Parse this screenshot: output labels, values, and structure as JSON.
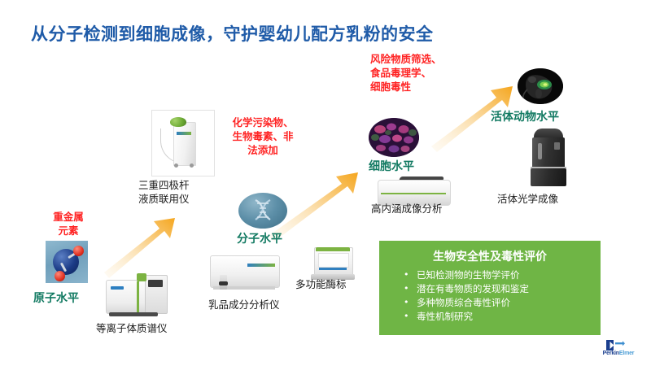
{
  "slide": {
    "title": "从分子检测到细胞成像，守护婴幼儿配方乳粉的安全",
    "title_color": "#1F5BA8",
    "background": "#FFFFFF"
  },
  "annotations": [
    {
      "id": "heavy-metals",
      "text": "重金属\n元素",
      "lines": [
        "重金属",
        "元素"
      ],
      "color": "#FF2424"
    },
    {
      "id": "chemical-contaminants",
      "text": "化学污染物、生物毒素、非法添加",
      "lines": [
        "化学污染物、",
        "生物毒素、非",
        "法添加"
      ],
      "color": "#FF2424"
    },
    {
      "id": "risk-screening",
      "text": "风险物质筛选、食品毒理学、细胞毒性",
      "lines": [
        "风险物质筛选、",
        "食品毒理学、",
        "细胞毒性"
      ],
      "color": "#FF2424"
    }
  ],
  "levels": [
    {
      "id": "atomic",
      "label": "原子水平",
      "color": "#127A62"
    },
    {
      "id": "molecular",
      "label": "分子水平",
      "color": "#127A62"
    },
    {
      "id": "cellular",
      "label": "细胞水平",
      "color": "#127A62"
    },
    {
      "id": "invivo",
      "label": "活体动物水平",
      "color": "#127A62"
    }
  ],
  "instruments": [
    {
      "id": "icp-ms",
      "caption": "等离子体质谱仪"
    },
    {
      "id": "lc-ms-ms",
      "caption_lines": [
        "三重四极杆",
        "液质联用仪"
      ]
    },
    {
      "id": "milk-analyzer",
      "caption": "乳品成分分析仪"
    },
    {
      "id": "plate-reader",
      "caption": "多功能酶标"
    },
    {
      "id": "high-content",
      "caption": "高内涵成像分析"
    },
    {
      "id": "in-vivo-imaging",
      "caption": "活体光学成像"
    }
  ],
  "callout": {
    "title": "生物安全性及毒性评价",
    "background": "#6FB545",
    "text_color": "#FFFFFF",
    "bullets": [
      "已知检测物的生物学评价",
      "潜在有毒物质的发现和鉴定",
      "多种物质综合毒性评价",
      "毒性机制研究"
    ]
  },
  "arrows": {
    "color_start": "#FDF0D9",
    "color_end": "#F5A820",
    "count": 3
  },
  "logo": {
    "brand_first": "Perkin",
    "brand_second": "Elmer",
    "trademark": "®",
    "color_primary": "#1B3F8F",
    "color_secondary": "#4D9ED6"
  },
  "icons": {
    "atom": "atom-molecule-icon",
    "dna": "dna-helix-icon",
    "cells": "fluorescent-cells-icon",
    "animal": "in-vivo-mouse-icon"
  }
}
